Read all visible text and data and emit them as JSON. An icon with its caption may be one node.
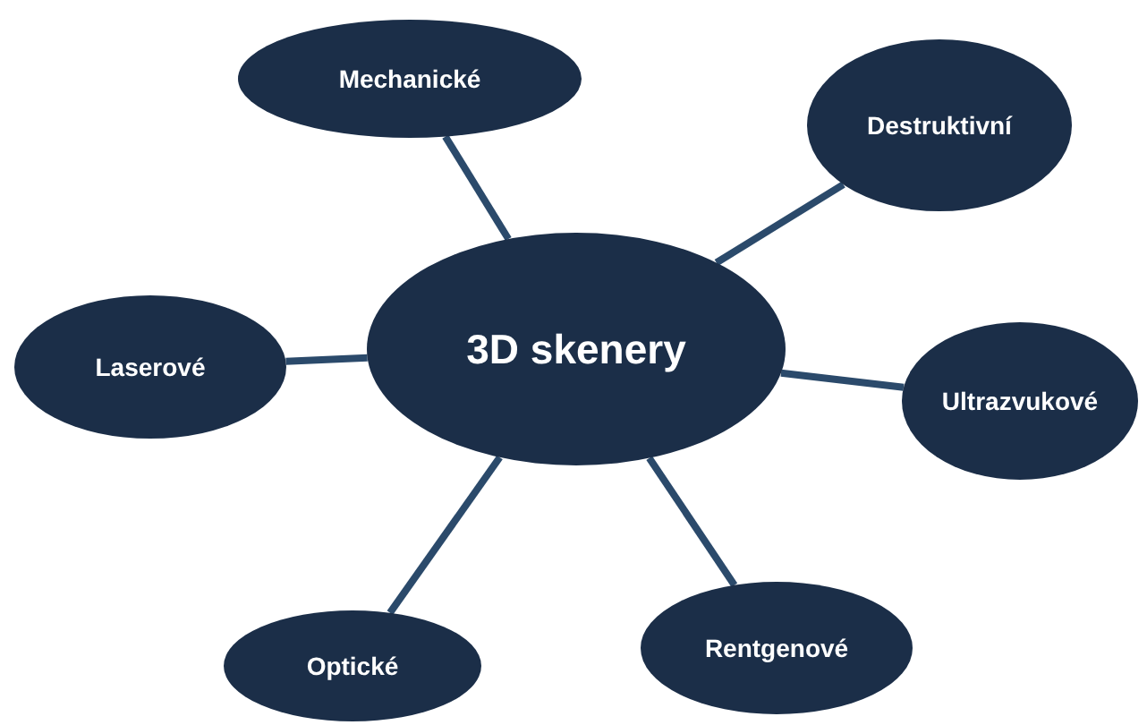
{
  "diagram": {
    "nodes": [
      {
        "text": [
          "3D skenery"
        ]
      },
      {
        "text": [
          "Mechanické"
        ]
      },
      {
        "text": [
          "Destruktivní"
        ]
      },
      {
        "text": [
          "Laserové"
        ]
      },
      {
        "text": [
          "Ultrazvukové"
        ]
      },
      {
        "text": [
          "Optické"
        ]
      },
      {
        "text": [
          "Rentgenové"
        ]
      }
    ],
    "edges": [
      {
        "from": 0,
        "to": 1,
        "arrow": "none"
      },
      {
        "from": 0,
        "to": 2,
        "arrow": "none"
      },
      {
        "from": 0,
        "to": 3,
        "arrow": "none"
      },
      {
        "from": 0,
        "to": 4,
        "arrow": "none"
      },
      {
        "from": 0,
        "to": 5,
        "arrow": "none"
      },
      {
        "from": 0,
        "to": 6,
        "arrow": "none"
      }
    ]
  }
}
